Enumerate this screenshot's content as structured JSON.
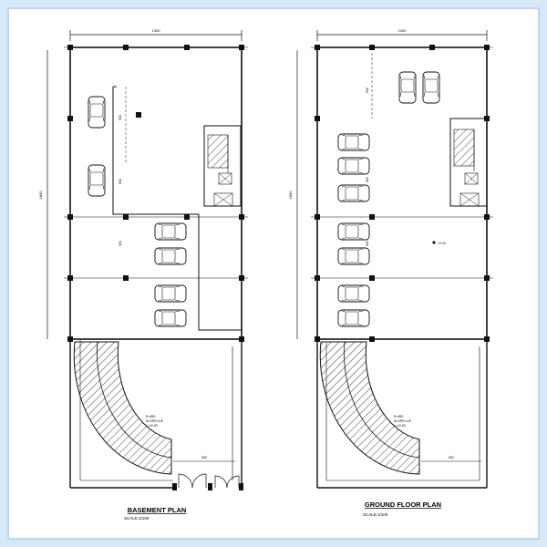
{
  "plans": [
    {
      "id": "basement",
      "title": "BASEMENT      PLAN",
      "scale": "SCALE:1/100",
      "width_dim": "1300",
      "height_dim": "1800",
      "dims": [
        "500",
        "500",
        "500"
      ],
      "ramp_notes": [
        "R=650",
        "SLOPE=1/8",
        "L=19.00"
      ],
      "bottom_dim": "500"
    },
    {
      "id": "ground",
      "title": "GROUND  FLOOR  PLAN",
      "scale": "SCALE:1/100",
      "width_dim": "1300",
      "height_dim": "1800",
      "dims": [
        "500",
        "500",
        "500"
      ],
      "level_note": "+0.00",
      "ramp_notes": [
        "R=650",
        "SLOPE=1/8",
        "L=19.00"
      ],
      "bottom_dim": "500"
    }
  ],
  "colors": {
    "background": "#d7e8f8",
    "line": "#111111",
    "paper": "#ffffff"
  }
}
